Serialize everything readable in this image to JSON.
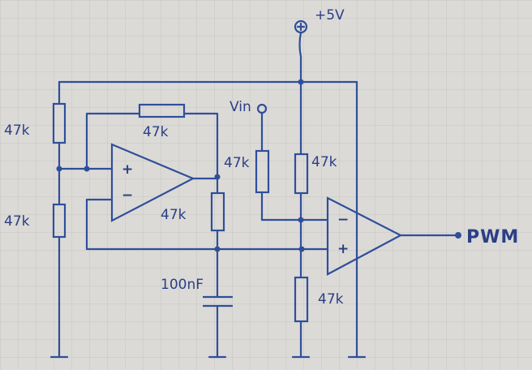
{
  "diagram": {
    "supply_label": "+5V",
    "input_label": "Vin",
    "output_label": "PWM",
    "capacitor_label": "100nF",
    "resistor_labels": {
      "r_divider_top": "47k",
      "r_divider_bottom": "47k",
      "r_feedback": "47k",
      "r_timing": "47k",
      "r_vin": "47k",
      "r_pullup": "47k",
      "r_pulldown": "47k"
    },
    "opamp1_signs": {
      "plus": "+",
      "minus": "−"
    },
    "opamp2_signs": {
      "plus": "+",
      "minus": "−"
    }
  },
  "colors": {
    "paper": "#dcdad7",
    "grid": "#c7c5c2",
    "ink": "#2f4f9a"
  }
}
